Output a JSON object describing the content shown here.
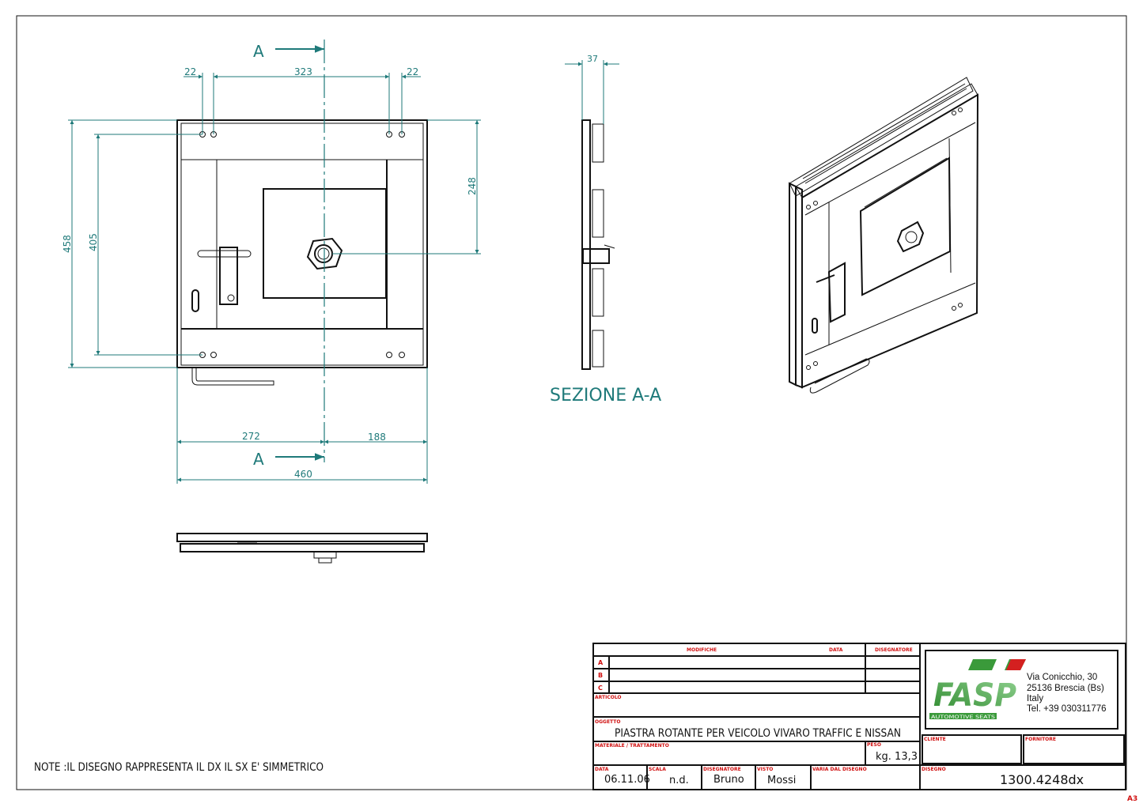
{
  "drawing": {
    "section_marker": "A",
    "section_title": "SEZIONE A-A",
    "note": "NOTE :IL DISEGNO RAPPRESENTA IL DX IL SX E' SIMMETRICO",
    "sheet_size": "A3",
    "dimensions": {
      "hole_offset_left": "22",
      "hole_span": "323",
      "hole_offset_right": "22",
      "overall_height": "458",
      "hole_vertical_span": "405",
      "center_from_top": "248",
      "center_from_left": "272",
      "center_from_right": "188",
      "overall_width": "460",
      "section_thickness": "37"
    }
  },
  "title_block": {
    "labels": {
      "modifiche": "MODIFICHE",
      "data_header": "DATA",
      "disegnatore_header": "DISEGNATORE",
      "articolo": "ARTICOLO",
      "oggetto": "OGGETTO",
      "materiale": "MATERIALE / TRATTAMENTO",
      "peso": "PESO",
      "data": "DATA",
      "scala": "SCALA",
      "disegnatore": "DISEGNATORE",
      "visto": "VISTO",
      "varia": "VARIA DAL DISEGNO",
      "cliente": "CLIENTE",
      "fornitore": "FORNITORE",
      "disegno": "DISEGNO"
    },
    "revisions": [
      "A",
      "B",
      "C"
    ],
    "oggetto": "PIASTRA ROTANTE PER VEICOLO VIVARO TRAFFIC E NISSAN",
    "peso": "kg. 13,3",
    "data": "06.11.06",
    "scala": "n.d.",
    "disegnatore": "Bruno",
    "visto": "Mossi",
    "disegno": "1300.4248dx",
    "company": {
      "logo_text": "FASP",
      "logo_sub": "AUTOMOTIVE SEATS",
      "address1": "Via Conicchio, 30",
      "address2": "25136 Brescia (Bs)",
      "country": "Italy",
      "phone": "Tel. +39 030311776"
    }
  },
  "colors": {
    "dimension": "#1f7a7a",
    "label": "#d01010",
    "logo_green": "#3a9a3a"
  }
}
